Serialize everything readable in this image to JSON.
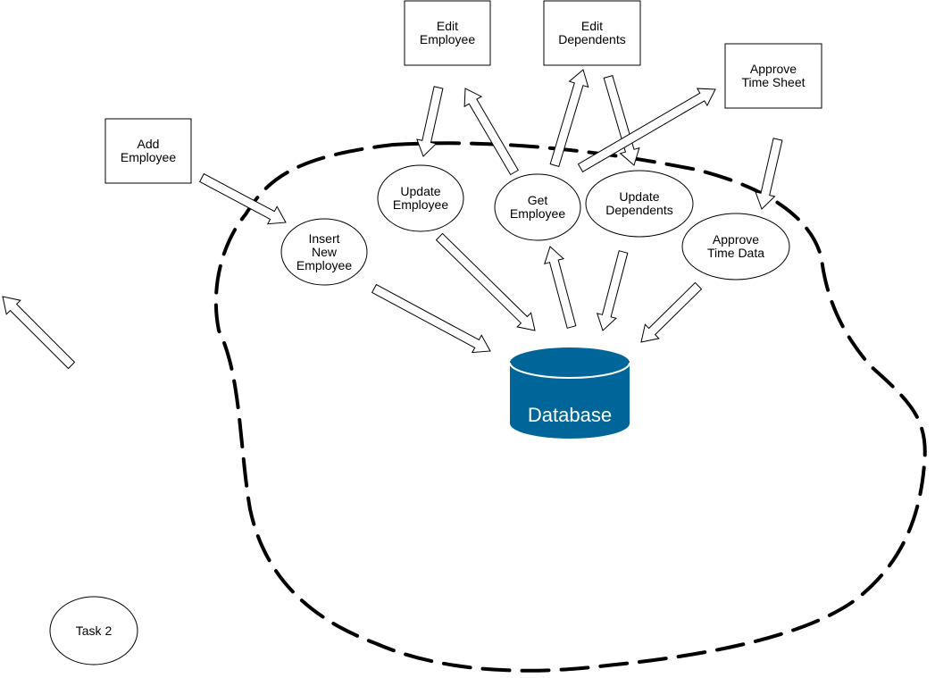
{
  "diagram": {
    "colors": {
      "stroke": "#000000",
      "fill": "#ffffff",
      "database": "#006699",
      "database_text": "#ffffff"
    },
    "boxes": {
      "add_employee": "Add\nEmployee",
      "edit_employee": "Edit\nEmployee",
      "edit_dependents": "Edit\nDependents",
      "approve_time_sheet": "Approve\nTime Sheet"
    },
    "processes": {
      "update_employee": "Update\nEmployee",
      "get_employee": "Get\nEmployee",
      "update_dependents": "Update\nDependents",
      "insert_new_employee": "Insert\nNew\nEmployee",
      "approve_time_data": "Approve\nTime Data",
      "task_2": "Task 2"
    },
    "database": {
      "label": "Database",
      "icon": "database-cylinder-icon"
    },
    "boundary": "dashed-closed-boundary"
  }
}
